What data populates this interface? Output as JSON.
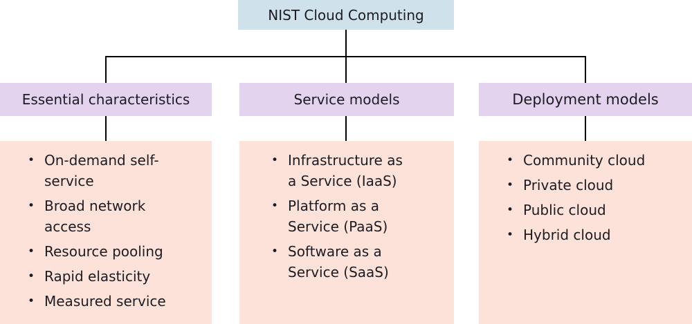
{
  "diagram": {
    "title": "NIST Cloud Computing",
    "bullet_glyph": "•",
    "columns": [
      {
        "header": "Essential characteristics",
        "items": [
          "On-demand self-\nservice",
          "Broad network\naccess",
          "Resource pooling",
          "Rapid elasticity",
          "Measured service"
        ]
      },
      {
        "header": "Service models",
        "items": [
          "Infrastructure as\na Service (IaaS)",
          "Platform as a\nService (PaaS)",
          "Software as a\nService (SaaS)"
        ]
      },
      {
        "header": "Deployment models",
        "items": [
          "Community cloud",
          "Private cloud",
          "Public cloud",
          "Hybrid cloud"
        ]
      }
    ]
  },
  "colors": {
    "root_fill": "#cfe2eb",
    "header_fill": "#e4d3ee",
    "panel_fill": "#fce2d8",
    "connector": "#000000",
    "text": "#1c1b22"
  }
}
